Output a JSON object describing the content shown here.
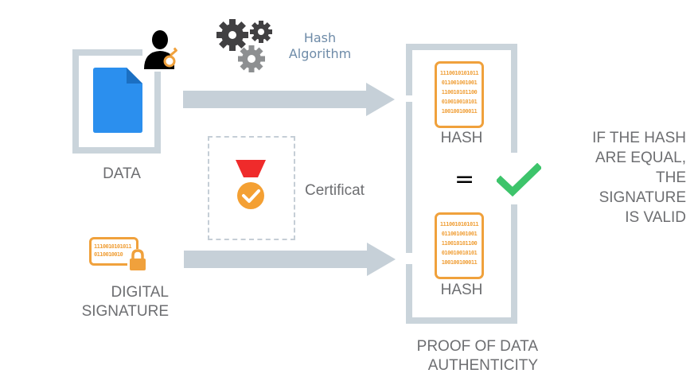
{
  "labels": {
    "data": "DATA",
    "digital_signature_line1": "DIGITAL",
    "digital_signature_line2": "SIGNATURE",
    "hash_algorithm_line1": "Hash",
    "hash_algorithm_line2": "Algorithm",
    "certificate": "Certificat",
    "hash_top": "HASH",
    "hash_bottom": "HASH",
    "equals": "=",
    "proof_line1": "PROOF OF DATA",
    "proof_line2": "AUTHENTICITY",
    "result_line1": "IF THE HASH",
    "result_line2": "ARE EQUAL,",
    "result_line3": "THE",
    "result_line4": "SIGNATURE",
    "result_line5": "IS VALID"
  },
  "hash_card_lines": [
    "1110010101011",
    "011001001001",
    "110010101100",
    "010010010101",
    "100100100011"
  ],
  "signature_lines": [
    "1110010101011",
    "0110010010"
  ],
  "colors": {
    "frame": "#cad4db",
    "arrow": "#c6d0d8",
    "orange": "#f0a13c",
    "doc_blue": "#2b8fee",
    "check_green": "#3dc46b",
    "ribbon_red": "#ef2b2b",
    "medal_orange": "#f4a033",
    "gear_dark": "#414042",
    "gear_gray": "#8d8f91",
    "text_gray": "#6d6e71",
    "hash_alg_text": "#6e8ba8"
  },
  "icons": [
    "document-icon",
    "user-key-icon",
    "gears-icon",
    "certificate-medal-icon",
    "digital-signature-lock-icon",
    "hash-card-icon",
    "checkmark-icon"
  ]
}
